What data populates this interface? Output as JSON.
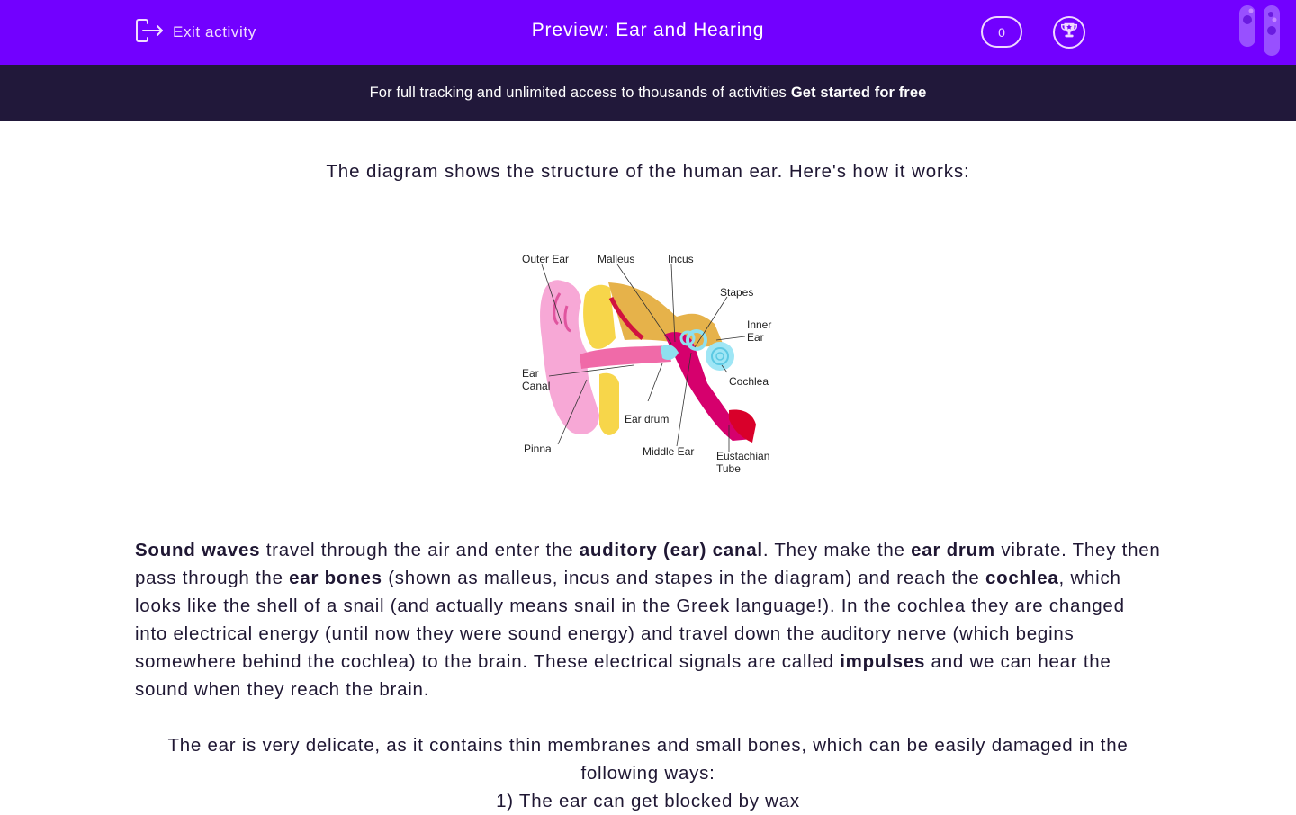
{
  "header": {
    "exit_label": "Exit activity",
    "title": "Preview: Ear and Hearing",
    "score": "0",
    "icons": [
      "exit-icon",
      "trophy-icon",
      "test-tubes-logo"
    ],
    "accent_color": "#7200ff"
  },
  "banner": {
    "text": "For full tracking and unlimited access to thousands of activities",
    "cta": "Get started for free",
    "background": "#21183a"
  },
  "content": {
    "intro": "The diagram shows the structure of the human ear. Here's how it works:",
    "diagram": {
      "labels": {
        "outer_ear": "Outer Ear",
        "malleus": "Malleus",
        "incus": "Incus",
        "stapes": "Stapes",
        "inner_ear_1": "Inner",
        "inner_ear_2": "Ear",
        "ear_canal_1": "Ear",
        "ear_canal_2": "Canal",
        "cochlea": "Cochlea",
        "ear_drum": "Ear drum",
        "pinna": "Pinna",
        "middle_ear": "Middle Ear",
        "eustachian_1": "Eustachian",
        "eustachian_2": "Tube"
      }
    },
    "paragraph": [
      {
        "text": "Sound waves",
        "bold": true
      },
      {
        "text": " travel through the air and enter the ",
        "bold": false
      },
      {
        "text": "auditory (ear) canal",
        "bold": true
      },
      {
        "text": ". They make the ",
        "bold": false
      },
      {
        "text": "ear drum",
        "bold": true
      },
      {
        "text": " vibrate. They then pass through the ",
        "bold": false
      },
      {
        "text": "ear bones",
        "bold": true
      },
      {
        "text": " (shown as malleus, incus and stapes in the diagram) and reach the ",
        "bold": false
      },
      {
        "text": "cochlea",
        "bold": true
      },
      {
        "text": ", which looks like the shell of a snail (and actually means snail in the Greek language!). In the cochlea they are changed into electrical energy (until now they were sound energy) and travel down the auditory nerve (which begins somewhere behind the cochlea) to the brain. These electrical signals are called ",
        "bold": false
      },
      {
        "text": "impulses",
        "bold": true
      },
      {
        "text": " and we can hear the sound when they reach the brain.",
        "bold": false
      }
    ],
    "damage_intro": "The ear is very delicate, as it contains thin membranes and small bones, which can be easily damaged in the following ways:",
    "damage_items": [
      "1) The ear can get blocked by wax"
    ]
  }
}
